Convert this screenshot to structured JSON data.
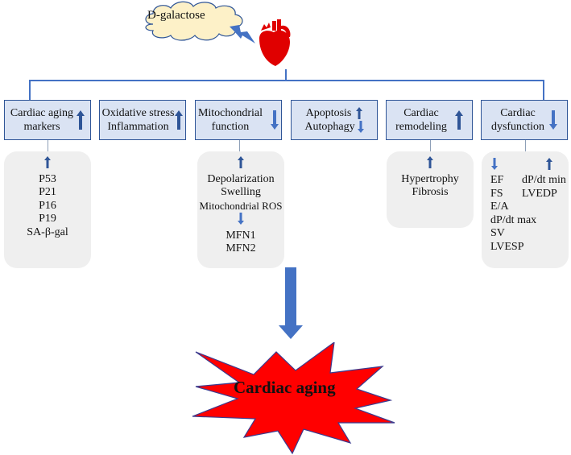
{
  "trigger": {
    "label": "D-galactose",
    "icon": "heart-icon",
    "effect_icon": "lightning-bolt-icon"
  },
  "colors": {
    "box_fill": "#dae3f3",
    "box_border": "#2f5597",
    "arrow": "#4472c4",
    "panel": "#efefef",
    "star": "#ff0000",
    "heart": "#e00000",
    "cloud": "#fdf1c8"
  },
  "categories": [
    {
      "label_lines": [
        "Cardiac aging",
        "markers"
      ],
      "direction": "up"
    },
    {
      "label_lines": [
        "Oxidative stress",
        "Inflammation"
      ],
      "direction": "up"
    },
    {
      "label_lines": [
        "Mitochondrial",
        "function"
      ],
      "direction": "down"
    },
    {
      "label_lines": [
        "Apoptosis",
        "Autophagy"
      ],
      "directions": [
        "up",
        "down"
      ]
    },
    {
      "label_lines": [
        "Cardiac",
        "remodeling"
      ],
      "direction": "up"
    },
    {
      "label_lines": [
        "Cardiac",
        "dysfunction"
      ],
      "direction": "down"
    }
  ],
  "details": {
    "aging_markers": {
      "direction": "up",
      "items": [
        "P53",
        "P21",
        "P16",
        "P19",
        "SA-β-gal"
      ]
    },
    "mitochondrial": {
      "up": [
        "Depolarization",
        "Swelling",
        "Mitochondrial ROS"
      ],
      "down": [
        "MFN1",
        "MFN2"
      ]
    },
    "remodeling": {
      "direction": "up",
      "items": [
        "Hypertrophy",
        "Fibrosis"
      ]
    },
    "dysfunction": {
      "down": [
        "EF",
        "FS",
        "E/A",
        "dP/dt max",
        "SV",
        "LVESP"
      ],
      "up": [
        "dP/dt min",
        "LVEDP"
      ]
    }
  },
  "outcome": {
    "label": "Cardiac aging"
  }
}
